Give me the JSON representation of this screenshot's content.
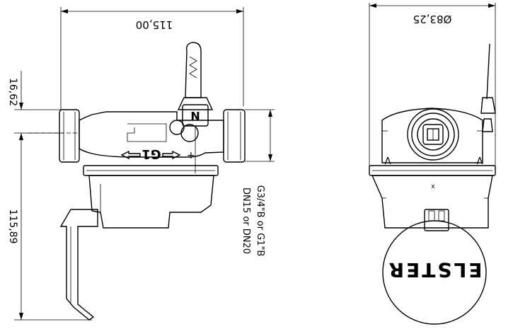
{
  "dimensions": {
    "overall_length": "115,00",
    "top_offset": "16,62",
    "height_below_axis": "115,89",
    "diameter": "Ø83,25"
  },
  "connection_note": {
    "line1": "G3/4\"B or G1\"B",
    "line2": "DN15 or DN20"
  },
  "flow_label": "G1",
  "brand_logo": "ELSTER",
  "symbols": {
    "flow_arrow": "arrow-left-icon",
    "nameplate": "N-mark-icon",
    "seal": "seal-wire-icon"
  }
}
